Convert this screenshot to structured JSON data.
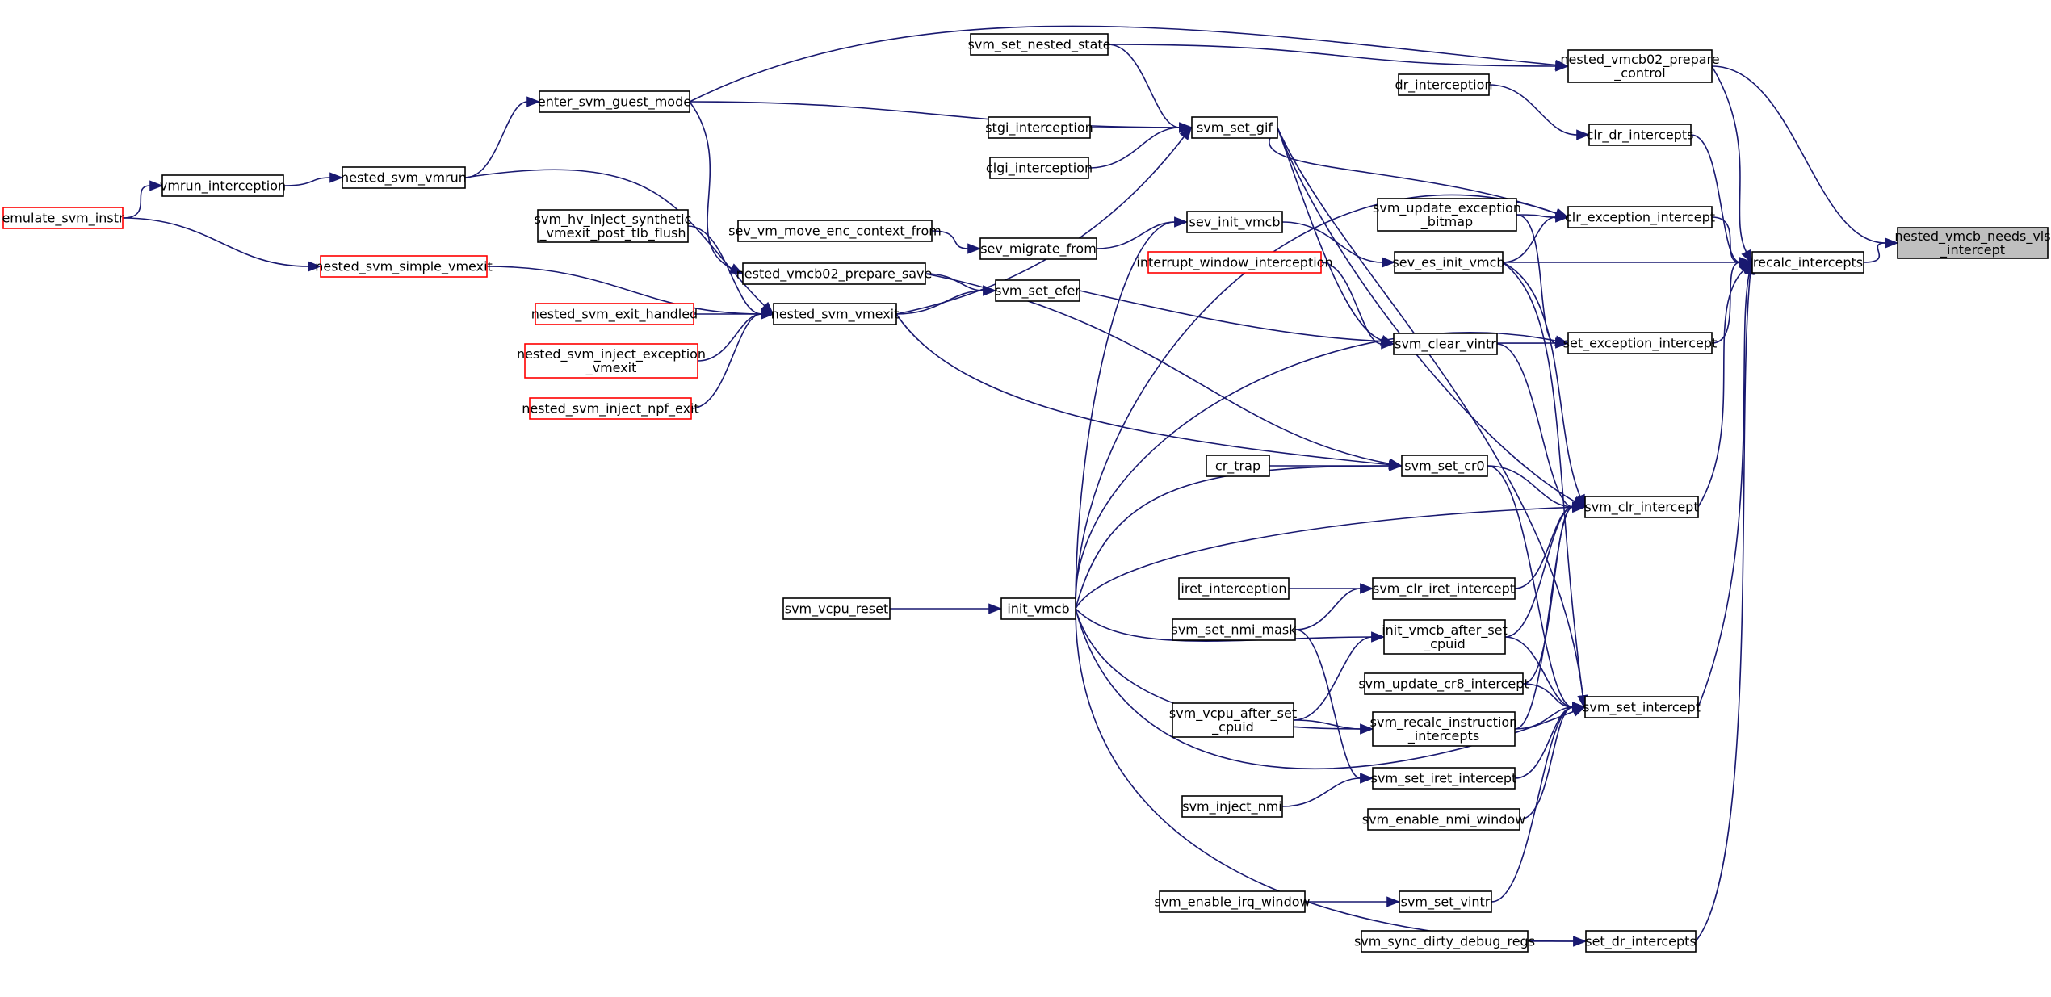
{
  "diagram": {
    "edge_color": "#191970",
    "highlight_fill": "#bfbfbf",
    "red_border": "#ff0000",
    "nodes": [
      {
        "id": "nested_vmcb_needs_vls_intercept",
        "lines": [
          "nested_vmcb_needs_vls",
          "_intercept"
        ],
        "style": "focus"
      },
      {
        "id": "recalc_intercepts",
        "lines": [
          "recalc_intercepts"
        ],
        "style": "normal"
      },
      {
        "id": "nested_vmcb02_prepare_control",
        "lines": [
          "nested_vmcb02_prepare",
          "_control"
        ],
        "style": "normal"
      },
      {
        "id": "clr_dr_intercepts",
        "lines": [
          "clr_dr_intercepts"
        ],
        "style": "normal"
      },
      {
        "id": "clr_exception_intercept",
        "lines": [
          "clr_exception_intercept"
        ],
        "style": "normal"
      },
      {
        "id": "set_exception_intercept",
        "lines": [
          "set_exception_intercept"
        ],
        "style": "normal"
      },
      {
        "id": "svm_clr_intercept",
        "lines": [
          "svm_clr_intercept"
        ],
        "style": "normal"
      },
      {
        "id": "svm_set_intercept",
        "lines": [
          "svm_set_intercept"
        ],
        "style": "normal"
      },
      {
        "id": "set_dr_intercepts",
        "lines": [
          "set_dr_intercepts"
        ],
        "style": "normal"
      },
      {
        "id": "svm_set_nested_state",
        "lines": [
          "svm_set_nested_state"
        ],
        "style": "normal"
      },
      {
        "id": "dr_interception",
        "lines": [
          "dr_interception"
        ],
        "style": "normal"
      },
      {
        "id": "svm_set_gif",
        "lines": [
          "svm_set_gif"
        ],
        "style": "normal"
      },
      {
        "id": "stgi_interception",
        "lines": [
          "stgi_interception"
        ],
        "style": "normal"
      },
      {
        "id": "clgi_interception",
        "lines": [
          "clgi_interception"
        ],
        "style": "normal"
      },
      {
        "id": "enter_svm_guest_mode",
        "lines": [
          "enter_svm_guest_mode"
        ],
        "style": "normal"
      },
      {
        "id": "nested_svm_vmrun",
        "lines": [
          "nested_svm_vmrun"
        ],
        "style": "normal"
      },
      {
        "id": "vmrun_interception",
        "lines": [
          "vmrun_interception"
        ],
        "style": "normal"
      },
      {
        "id": "emulate_svm_instr",
        "lines": [
          "emulate_svm_instr"
        ],
        "style": "red"
      },
      {
        "id": "svm_update_exception_bitmap",
        "lines": [
          "svm_update_exception",
          "_bitmap"
        ],
        "style": "normal"
      },
      {
        "id": "sev_init_vmcb",
        "lines": [
          "sev_init_vmcb"
        ],
        "style": "normal"
      },
      {
        "id": "sev_es_init_vmcb",
        "lines": [
          "sev_es_init_vmcb"
        ],
        "style": "normal"
      },
      {
        "id": "sev_vm_move_enc_context_from",
        "lines": [
          "sev_vm_move_enc_context_from"
        ],
        "style": "normal"
      },
      {
        "id": "sev_migrate_from",
        "lines": [
          "sev_migrate_from"
        ],
        "style": "normal"
      },
      {
        "id": "svm_hv_inject_synthetic_vmexit_post_tlb_flush",
        "lines": [
          "svm_hv_inject_synthetic",
          "_vmexit_post_tlb_flush"
        ],
        "style": "normal"
      },
      {
        "id": "nested_svm_simple_vmexit",
        "lines": [
          "nested_svm_simple_vmexit"
        ],
        "style": "red"
      },
      {
        "id": "nested_vmcb02_prepare_save",
        "lines": [
          "nested_vmcb02_prepare_save"
        ],
        "style": "normal"
      },
      {
        "id": "svm_set_efer",
        "lines": [
          "svm_set_efer"
        ],
        "style": "normal"
      },
      {
        "id": "interrupt_window_interception",
        "lines": [
          "interrupt_window_interception"
        ],
        "style": "red"
      },
      {
        "id": "nested_svm_exit_handled",
        "lines": [
          "nested_svm_exit_handled"
        ],
        "style": "red"
      },
      {
        "id": "nested_svm_vmexit",
        "lines": [
          "nested_svm_vmexit"
        ],
        "style": "normal"
      },
      {
        "id": "nested_svm_inject_exception_vmexit",
        "lines": [
          "nested_svm_inject_exception",
          "_vmexit"
        ],
        "style": "red"
      },
      {
        "id": "nested_svm_inject_npf_exit",
        "lines": [
          "nested_svm_inject_npf_exit"
        ],
        "style": "red"
      },
      {
        "id": "svm_clear_vintr",
        "lines": [
          "svm_clear_vintr"
        ],
        "style": "normal"
      },
      {
        "id": "cr_trap",
        "lines": [
          "cr_trap"
        ],
        "style": "normal"
      },
      {
        "id": "svm_set_cr0",
        "lines": [
          "svm_set_cr0"
        ],
        "style": "normal"
      },
      {
        "id": "iret_interception",
        "lines": [
          "iret_interception"
        ],
        "style": "normal"
      },
      {
        "id": "svm_clr_iret_intercept",
        "lines": [
          "svm_clr_iret_intercept"
        ],
        "style": "normal"
      },
      {
        "id": "svm_vcpu_reset",
        "lines": [
          "svm_vcpu_reset"
        ],
        "style": "normal"
      },
      {
        "id": "init_vmcb",
        "lines": [
          "init_vmcb"
        ],
        "style": "normal"
      },
      {
        "id": "svm_set_nmi_mask",
        "lines": [
          "svm_set_nmi_mask"
        ],
        "style": "normal"
      },
      {
        "id": "init_vmcb_after_set_cpuid",
        "lines": [
          "init_vmcb_after_set",
          "_cpuid"
        ],
        "style": "normal"
      },
      {
        "id": "svm_update_cr8_intercept",
        "lines": [
          "svm_update_cr8_intercept"
        ],
        "style": "normal"
      },
      {
        "id": "svm_vcpu_after_set_cpuid",
        "lines": [
          "svm_vcpu_after_set",
          "_cpuid"
        ],
        "style": "normal"
      },
      {
        "id": "svm_recalc_instruction_intercepts",
        "lines": [
          "svm_recalc_instruction",
          "_intercepts"
        ],
        "style": "normal"
      },
      {
        "id": "svm_set_iret_intercept",
        "lines": [
          "svm_set_iret_intercept"
        ],
        "style": "normal"
      },
      {
        "id": "svm_inject_nmi",
        "lines": [
          "svm_inject_nmi"
        ],
        "style": "normal"
      },
      {
        "id": "svm_enable_nmi_window",
        "lines": [
          "svm_enable_nmi_window"
        ],
        "style": "normal"
      },
      {
        "id": "svm_enable_irq_window",
        "lines": [
          "svm_enable_irq_window"
        ],
        "style": "normal"
      },
      {
        "id": "svm_set_vintr",
        "lines": [
          "svm_set_vintr"
        ],
        "style": "normal"
      },
      {
        "id": "svm_sync_dirty_debug_regs",
        "lines": [
          "svm_sync_dirty_debug_regs"
        ],
        "style": "normal"
      }
    ],
    "edges": [
      {
        "from": "recalc_intercepts",
        "to": "nested_vmcb_needs_vls_intercept"
      },
      {
        "from": "nested_vmcb02_prepare_control",
        "to": "nested_vmcb_needs_vls_intercept"
      },
      {
        "from": "clr_dr_intercepts",
        "to": "recalc_intercepts"
      },
      {
        "from": "clr_exception_intercept",
        "to": "recalc_intercepts"
      },
      {
        "from": "set_exception_intercept",
        "to": "recalc_intercepts"
      },
      {
        "from": "svm_clr_intercept",
        "to": "recalc_intercepts"
      },
      {
        "from": "svm_set_intercept",
        "to": "recalc_intercepts"
      },
      {
        "from": "set_dr_intercepts",
        "to": "recalc_intercepts"
      },
      {
        "from": "nested_vmcb02_prepare_control",
        "to": "recalc_intercepts"
      },
      {
        "from": "sev_es_init_vmcb",
        "to": "recalc_intercepts"
      },
      {
        "from": "svm_set_nested_state",
        "to": "nested_vmcb02_prepare_control"
      },
      {
        "from": "enter_svm_guest_mode",
        "to": "nested_vmcb02_prepare_control"
      },
      {
        "from": "dr_interception",
        "to": "clr_dr_intercepts"
      },
      {
        "from": "svm_update_exception_bitmap",
        "to": "clr_exception_intercept"
      },
      {
        "from": "sev_es_init_vmcb",
        "to": "clr_exception_intercept"
      },
      {
        "from": "svm_set_gif",
        "to": "clr_exception_intercept"
      },
      {
        "from": "init_vmcb",
        "to": "clr_exception_intercept"
      },
      {
        "from": "svm_update_exception_bitmap",
        "to": "set_exception_intercept"
      },
      {
        "from": "init_vmcb",
        "to": "set_exception_intercept"
      },
      {
        "from": "svm_set_efer",
        "to": "set_exception_intercept"
      },
      {
        "from": "svm_set_gif",
        "to": "svm_clr_intercept"
      },
      {
        "from": "sev_es_init_vmcb",
        "to": "svm_clr_intercept"
      },
      {
        "from": "svm_clear_vintr",
        "to": "svm_clr_intercept"
      },
      {
        "from": "svm_set_cr0",
        "to": "svm_clr_intercept"
      },
      {
        "from": "init_vmcb",
        "to": "svm_clr_intercept"
      },
      {
        "from": "svm_clr_iret_intercept",
        "to": "svm_clr_intercept"
      },
      {
        "from": "init_vmcb_after_set_cpuid",
        "to": "svm_clr_intercept"
      },
      {
        "from": "svm_update_cr8_intercept",
        "to": "svm_clr_intercept"
      },
      {
        "from": "svm_recalc_instruction_intercepts",
        "to": "svm_clr_intercept"
      },
      {
        "from": "svm_set_gif",
        "to": "svm_set_intercept"
      },
      {
        "from": "sev_es_init_vmcb",
        "to": "svm_set_intercept"
      },
      {
        "from": "svm_set_cr0",
        "to": "svm_set_intercept"
      },
      {
        "from": "init_vmcb",
        "to": "svm_set_intercept"
      },
      {
        "from": "init_vmcb_after_set_cpuid",
        "to": "svm_set_intercept"
      },
      {
        "from": "svm_update_cr8_intercept",
        "to": "svm_set_intercept"
      },
      {
        "from": "svm_recalc_instruction_intercepts",
        "to": "svm_set_intercept"
      },
      {
        "from": "svm_set_iret_intercept",
        "to": "svm_set_intercept"
      },
      {
        "from": "svm_enable_nmi_window",
        "to": "svm_set_intercept"
      },
      {
        "from": "svm_set_vintr",
        "to": "svm_set_intercept"
      },
      {
        "from": "svm_sync_dirty_debug_regs",
        "to": "set_dr_intercepts"
      },
      {
        "from": "init_vmcb",
        "to": "set_dr_intercepts"
      },
      {
        "from": "svm_set_nested_state",
        "to": "svm_set_gif"
      },
      {
        "from": "enter_svm_guest_mode",
        "to": "svm_set_gif"
      },
      {
        "from": "stgi_interception",
        "to": "svm_set_gif"
      },
      {
        "from": "clgi_interception",
        "to": "svm_set_gif"
      },
      {
        "from": "nested_svm_vmexit",
        "to": "svm_set_gif"
      },
      {
        "from": "nested_svm_vmrun",
        "to": "enter_svm_guest_mode"
      },
      {
        "from": "vmrun_interception",
        "to": "nested_svm_vmrun"
      },
      {
        "from": "emulate_svm_instr",
        "to": "vmrun_interception"
      },
      {
        "from": "init_vmcb",
        "to": "sev_init_vmcb"
      },
      {
        "from": "sev_migrate_from",
        "to": "sev_init_vmcb"
      },
      {
        "from": "sev_init_vmcb",
        "to": "sev_es_init_vmcb"
      },
      {
        "from": "sev_vm_move_enc_context_from",
        "to": "sev_migrate_from"
      },
      {
        "from": "enter_svm_guest_mode",
        "to": "nested_vmcb02_prepare_save"
      },
      {
        "from": "nested_vmcb02_prepare_save",
        "to": "svm_set_efer"
      },
      {
        "from": "nested_svm_vmexit",
        "to": "svm_set_efer"
      },
      {
        "from": "nested_svm_vmrun",
        "to": "nested_svm_vmexit"
      },
      {
        "from": "svm_hv_inject_synthetic_vmexit_post_tlb_flush",
        "to": "nested_svm_vmexit"
      },
      {
        "from": "nested_svm_simple_vmexit",
        "to": "nested_svm_vmexit"
      },
      {
        "from": "nested_svm_exit_handled",
        "to": "nested_svm_vmexit"
      },
      {
        "from": "nested_svm_inject_exception_vmexit",
        "to": "nested_svm_vmexit"
      },
      {
        "from": "nested_svm_inject_npf_exit",
        "to": "nested_svm_vmexit"
      },
      {
        "from": "emulate_svm_instr",
        "to": "nested_svm_simple_vmexit"
      },
      {
        "from": "svm_set_gif",
        "to": "svm_clear_vintr"
      },
      {
        "from": "interrupt_window_interception",
        "to": "svm_clear_vintr"
      },
      {
        "from": "cr_trap",
        "to": "svm_set_cr0"
      },
      {
        "from": "nested_vmcb02_prepare_save",
        "to": "svm_set_cr0"
      },
      {
        "from": "nested_svm_vmexit",
        "to": "svm_set_cr0"
      },
      {
        "from": "init_vmcb",
        "to": "svm_set_cr0"
      },
      {
        "from": "iret_interception",
        "to": "svm_clr_iret_intercept"
      },
      {
        "from": "svm_set_nmi_mask",
        "to": "svm_clr_iret_intercept"
      },
      {
        "from": "svm_vcpu_reset",
        "to": "init_vmcb"
      },
      {
        "from": "svm_vcpu_after_set_cpuid",
        "to": "init_vmcb_after_set_cpuid"
      },
      {
        "from": "init_vmcb",
        "to": "init_vmcb_after_set_cpuid"
      },
      {
        "from": "svm_vcpu_after_set_cpuid",
        "to": "svm_recalc_instruction_intercepts"
      },
      {
        "from": "init_vmcb",
        "to": "svm_recalc_instruction_intercepts"
      },
      {
        "from": "svm_set_nmi_mask",
        "to": "svm_set_iret_intercept"
      },
      {
        "from": "svm_inject_nmi",
        "to": "svm_set_iret_intercept"
      },
      {
        "from": "svm_enable_irq_window",
        "to": "svm_set_vintr"
      }
    ]
  }
}
